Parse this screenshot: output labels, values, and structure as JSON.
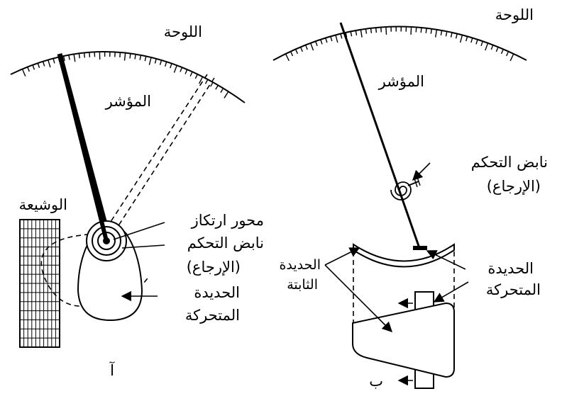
{
  "left_panel": {
    "caption": "آ",
    "labels": {
      "scale": "اللوحة",
      "pointer": "المؤشر",
      "coil": "الوشيعة",
      "pivot": "محور ارتكاز",
      "spring_line1": "نابض التحكم",
      "spring_line2": "(الإرجاع)",
      "moving_iron_line1": "الحديدة",
      "moving_iron_line2": "المتحركة"
    }
  },
  "right_panel": {
    "caption": "ب",
    "labels": {
      "scale": "اللوحة",
      "pointer": "المؤشر",
      "spring_line1": "نابض التحكم",
      "spring_line2": "(الإرجاع)",
      "fixed_iron_line1": "الحديدة",
      "fixed_iron_line2": "الثابتة",
      "moving_iron_line1": "الحديدة",
      "moving_iron_line2": "المتحركة"
    }
  },
  "colors": {
    "ink": "#000000",
    "paper": "#ffffff"
  }
}
